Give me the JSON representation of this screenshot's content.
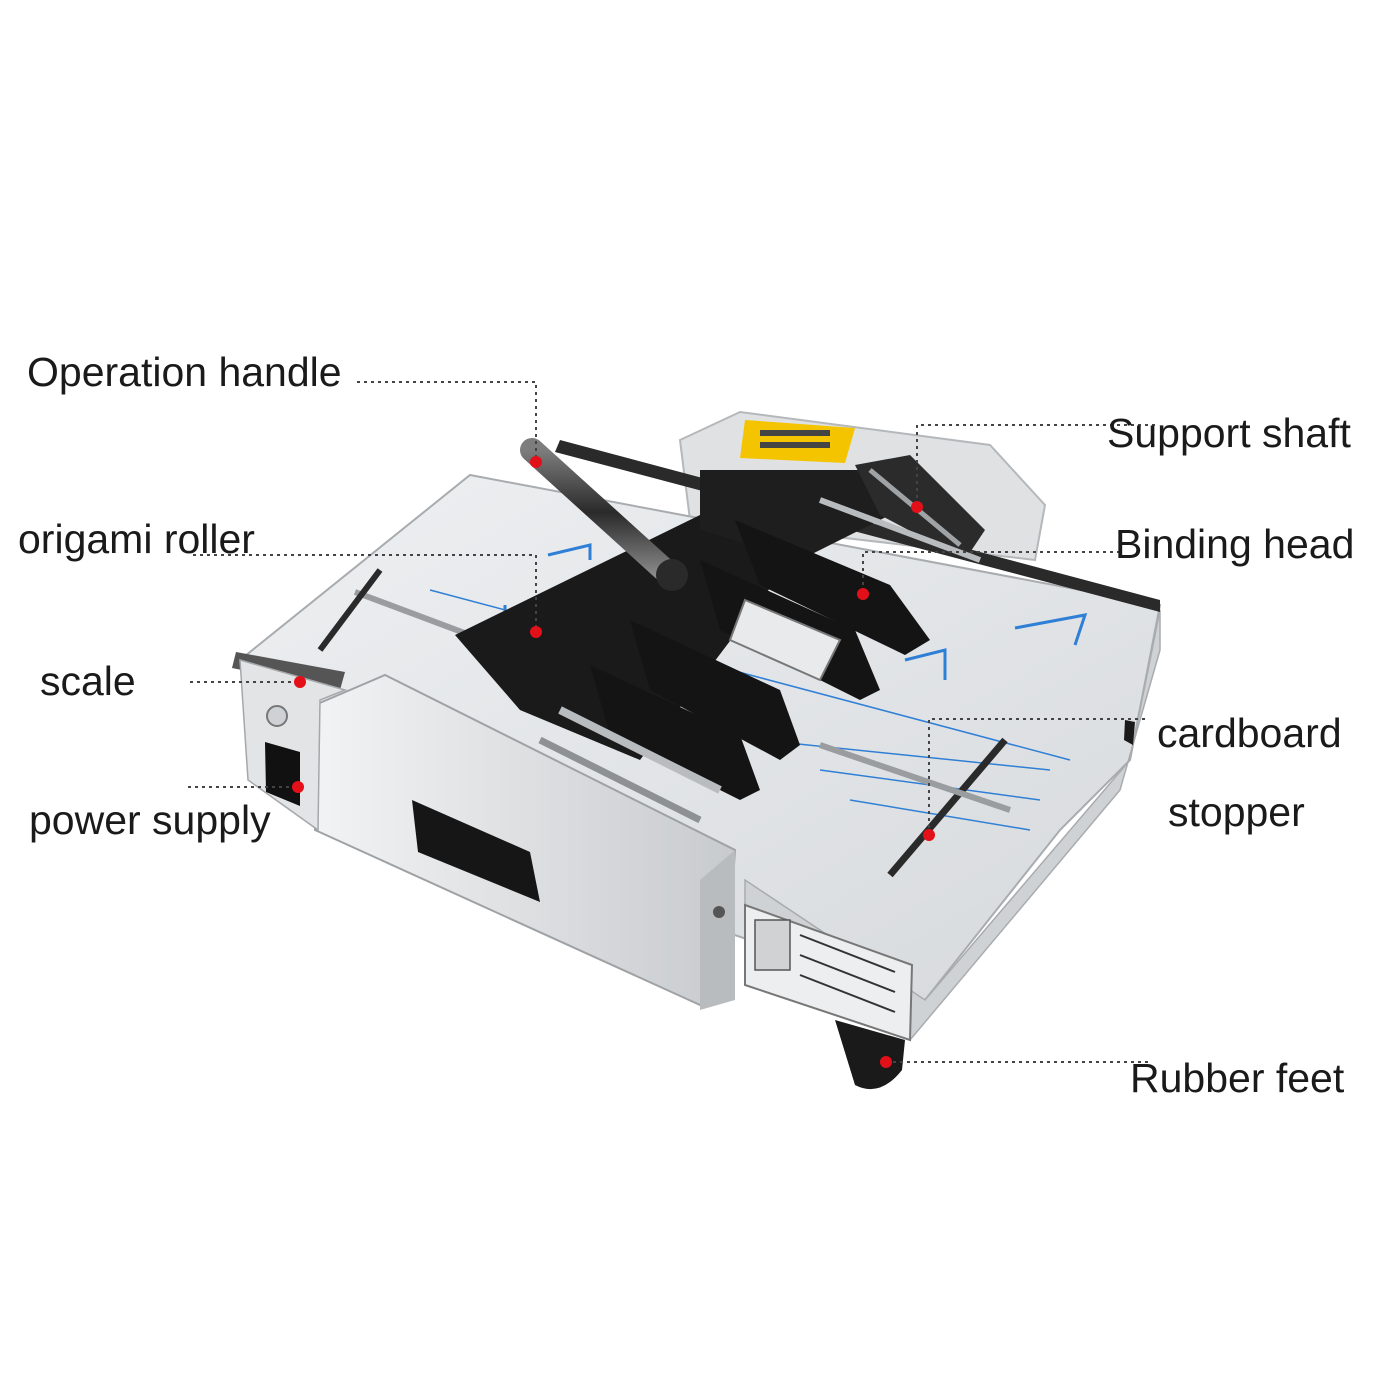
{
  "callouts": {
    "operation_handle": "Operation handle",
    "origami_roller": "origami roller",
    "scale": "scale",
    "power_supply": "power supply",
    "support_shaft": "Support shaft",
    "binding_head": "Binding head",
    "cardboard_stopper_line1": "cardboard",
    "cardboard_stopper_line2": "stopper",
    "rubber_feet": "Rubber feet"
  },
  "colors": {
    "marker": "#e3101a",
    "leader_line": "#444444",
    "label_text": "#1a1a1a",
    "body_light": "#e4e6e8",
    "body_mid": "#c9ccd0",
    "arm_black": "#141414",
    "guide_blue": "#2f7fd6",
    "warning_yellow": "#f5c400"
  }
}
